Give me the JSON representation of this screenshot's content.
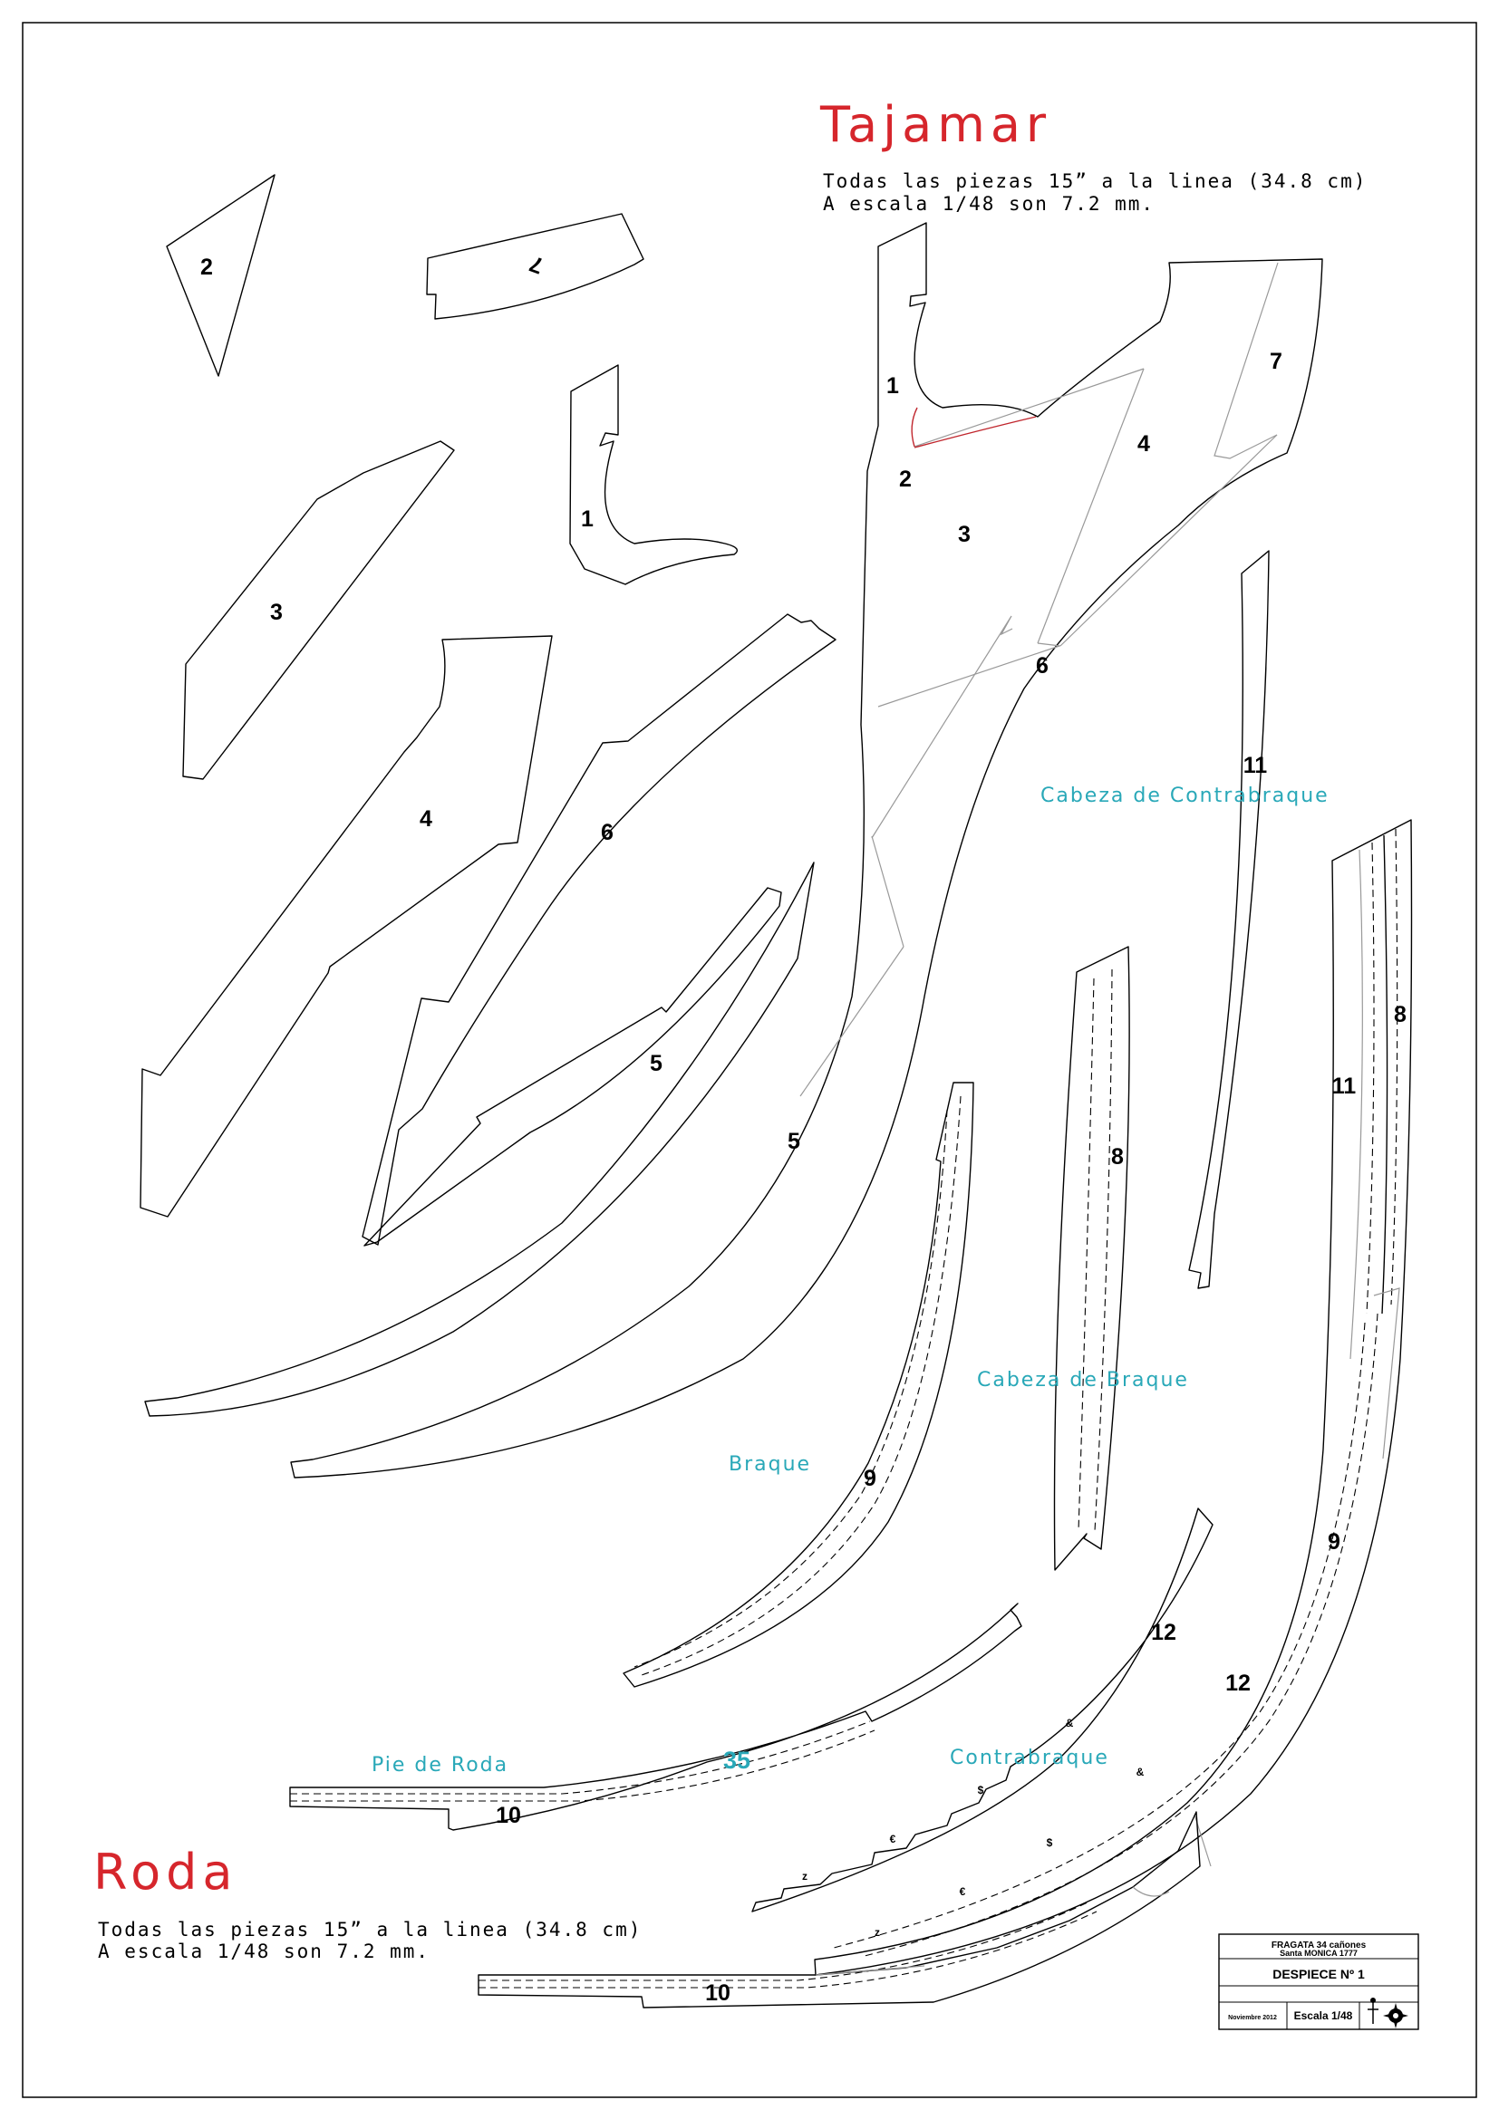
{
  "tajamar": {
    "title": "Tajamar",
    "note_line1": "Todas las piezas 15” a la linea (34.8 cm)",
    "note_line2": "A escala 1/48 son 7.2 mm."
  },
  "roda": {
    "title": "Roda",
    "note_line1": "Todas las piezas 15” a la linea (34.8 cm)",
    "note_line2": "A escala 1/48 son 7.2 mm."
  },
  "annotations": {
    "cabeza_contrabraque": "Cabeza de Contrabraque",
    "cabeza_braque": "Cabeza de Braque",
    "braque": "Braque",
    "pie_de_roda": "Pie de Roda",
    "contrabraque": "Contrabraque",
    "marker_35": "35"
  },
  "piece_numbers": {
    "p2_top": "2",
    "p7_top": "7",
    "p1_top": "1",
    "p3_left": "3",
    "p4_left": "4",
    "p6_left": "6",
    "p5_left": "5",
    "a1": "1",
    "a2": "2",
    "a3": "3",
    "a4": "4",
    "a7": "7",
    "a6": "6",
    "a5": "5",
    "p11_a": "11",
    "p8_a": "8",
    "p9_a": "9",
    "p11_b": "11",
    "p8_b": "8",
    "p9_b": "9",
    "p12_a": "12",
    "p12_b": "12",
    "p10_a": "10",
    "p10_b": "10"
  },
  "scarf_marks": {
    "m_amp1": "&",
    "m_dollar1": "$",
    "m_euro1": "€",
    "m_z1": "z",
    "m_amp2": "&",
    "m_dollar2": "$",
    "m_euro2": "€",
    "m_z2": "z"
  },
  "title_block": {
    "ship": "FRAGATA 34 cañones",
    "name": "Santa MONICA  1777",
    "sheet": "DESPIECE Nº 1",
    "date": "Noviembre 2012",
    "scale": "Escala 1/48"
  }
}
